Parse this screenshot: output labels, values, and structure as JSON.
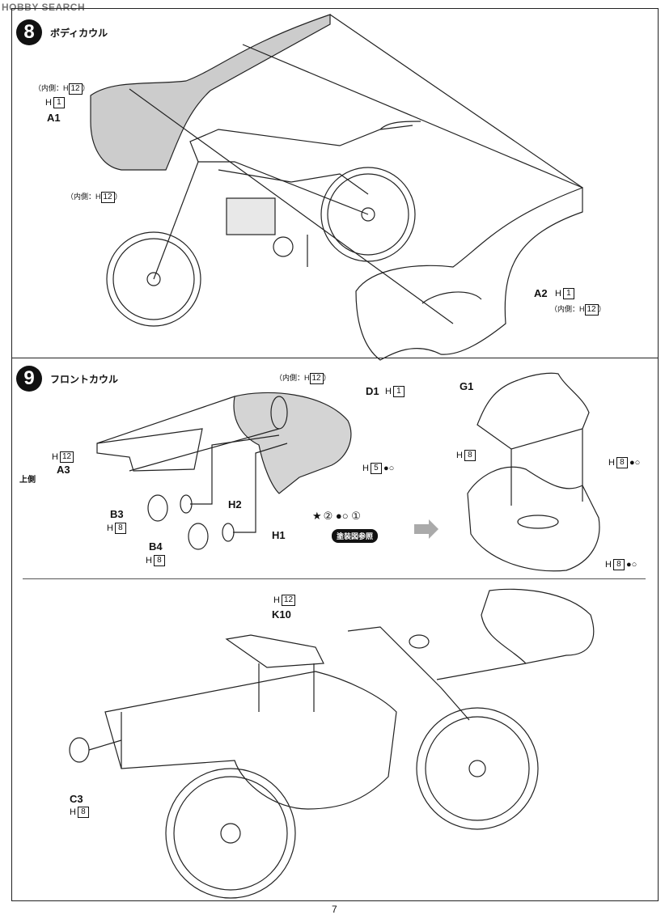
{
  "watermark": "HOBBY SEARCH",
  "step8": {
    "number": "8",
    "title": "ボディカウル",
    "labels": {
      "a1": "A1",
      "a1_note_top": "（内側：H",
      "a1_note_top_code": "12",
      "a1_h": "H",
      "a1_h_code": "1",
      "a1_note_bottom": "（内側：H",
      "a1_note_bottom_code": "12",
      "a2": "A2",
      "a2_h": "H",
      "a2_h_code": "1",
      "a2_note": "（内側：H",
      "a2_note_code": "12"
    }
  },
  "step9": {
    "number": "9",
    "title": "フロントカウル",
    "labels": {
      "d1": "D1",
      "d1_h": "H",
      "d1_code": "1",
      "d1_note": "（内側：H",
      "d1_note_code": "12",
      "h5_h": "H",
      "h5_code": "5",
      "a3": "A3",
      "a3_h": "H",
      "a3_code": "12",
      "upper_side": "上側",
      "b3": "B3",
      "b3_h": "H",
      "b3_code": "8",
      "b4": "B4",
      "b4_h": "H",
      "b4_code": "8",
      "h1": "H1",
      "h2": "H2",
      "paint_nums": "② ●○ ①",
      "paint_ref": "塗装図参照",
      "g1": "G1",
      "g1_h": "H",
      "g1_code": "8",
      "g1_right_h": "H",
      "g1_right_code": "8",
      "cowl_h": "H",
      "cowl_code": "8"
    }
  },
  "step_bottom": {
    "k10": "K10",
    "k10_h": "H",
    "k10_code": "12",
    "c3": "C3",
    "c3_h": "H",
    "c3_code": "8"
  },
  "page_number": "7"
}
